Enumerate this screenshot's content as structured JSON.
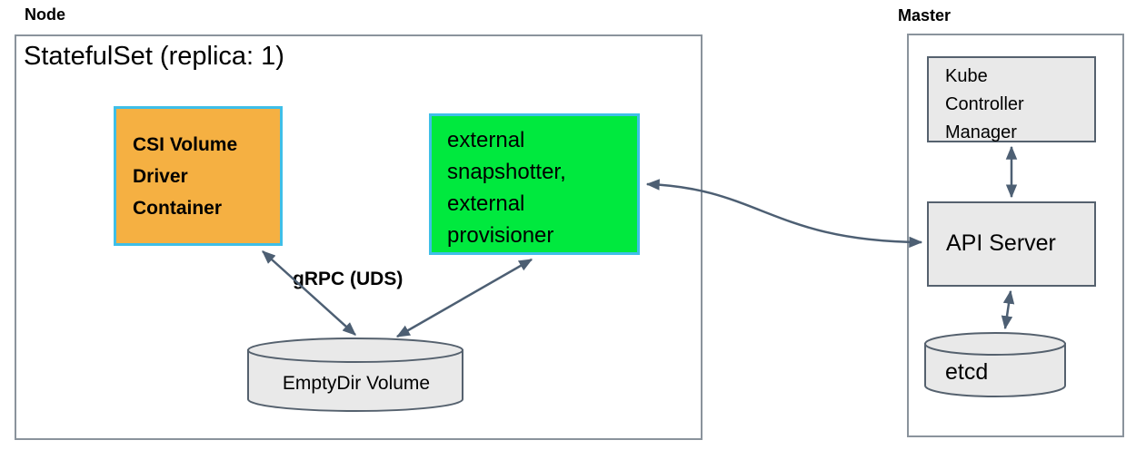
{
  "node": {
    "label": "Node",
    "statefulset_title": "StatefulSet (replica: 1)",
    "csi_box": {
      "lines": [
        "CSI Volume",
        "Driver",
        "Container"
      ]
    },
    "sidecar_box": {
      "lines": [
        "external",
        "snapshotter,",
        "external",
        "provisioner"
      ]
    },
    "grpc_label": "gRPC (UDS)",
    "emptydir_label": "EmptyDir Volume"
  },
  "master": {
    "label": "Master",
    "kcm_box": {
      "lines": [
        "Kube",
        "Controller",
        "Manager"
      ]
    },
    "api_server_label": "API Server",
    "etcd_label": "etcd"
  },
  "colors": {
    "csi_fill": "#F5B042",
    "sidecar_fill": "#00E93E",
    "highlight_border": "#3FBFE8",
    "component_fill": "#E9E9E9",
    "component_border": "#55616E",
    "frame_border": "#8A939C",
    "arrow": "#4D5F73",
    "text": "#000000"
  }
}
